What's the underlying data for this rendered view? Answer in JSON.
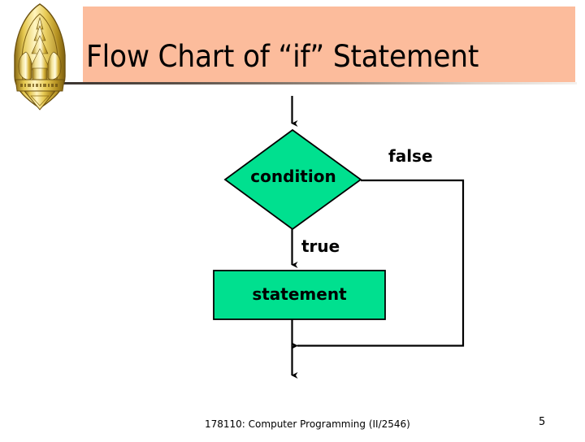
{
  "slide": {
    "title": "Flow Chart of “if” Statement",
    "background_color": "#ffffff"
  },
  "header": {
    "banner_color": "#fcbc9c",
    "rule_color": "#3b3430",
    "emblem_name": "university-emblem",
    "emblem_colors": {
      "gold_light": "#f7e6a0",
      "gold_mid": "#d6b23a",
      "gold_dark": "#8a6a15"
    }
  },
  "flowchart": {
    "type": "diagram",
    "shape_fill": "#00e08f",
    "shape_stroke": "#000000",
    "decision": {
      "label": "condition",
      "shape": "diamond"
    },
    "process": {
      "label": "statement",
      "shape": "rectangle"
    },
    "edges": {
      "false_label": "false",
      "true_label": "true"
    }
  },
  "footer": {
    "course": "178110: Computer Programming  (II/2546)",
    "page_number": "5"
  }
}
